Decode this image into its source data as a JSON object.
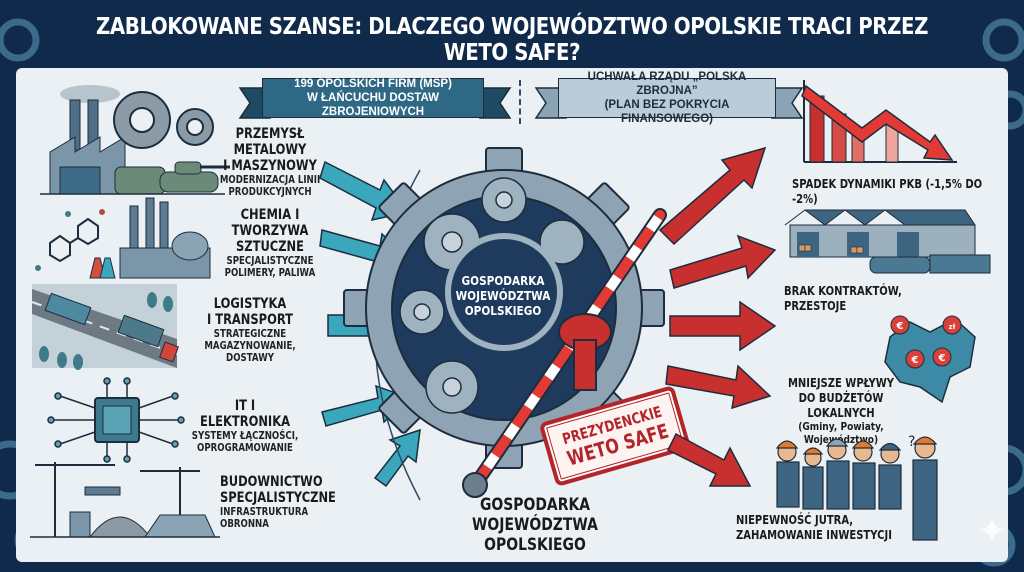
{
  "header": {
    "title": "Zablokowane szanse: Dlaczego Województwo Opolskie traci przez weto SAFE?"
  },
  "ribbons": {
    "left": {
      "line1": "199 OPOLSKICH FIRM (MSP)",
      "line2": "W ŁAŃCUCHU DOSTAW ZBROJENIOWYCH"
    },
    "right": {
      "line1": "UCHWAŁA RZĄDU „POLSKA ZBROJNA”",
      "line2": "(PLAN BEZ POKRYCIA FINANSOWEGO)"
    }
  },
  "sectors": [
    {
      "title_1": "PRZEMYSŁ METALOWY",
      "title_2": "I MASZYNOWY",
      "desc_1": "MODERNIZACJA LINII",
      "desc_2": "PRODUKCYJNYCH",
      "icon": "factory-tank-icon"
    },
    {
      "title_1": "CHEMIA I TWORZYWA",
      "title_2": "SZTUCZNE",
      "desc_1": "SPECJALISTYCZNE",
      "desc_2": "POLIMERY, PALIWA",
      "icon": "chemistry-plant-icon"
    },
    {
      "title_1": "LOGISTYKA",
      "title_2": "I TRANSPORT",
      "desc_1": "STRATEGICZNE",
      "desc_2": "MAGAZYNOWANIE, DOSTAWY",
      "icon": "trucks-road-icon"
    },
    {
      "title_1": "IT I ELEKTRONIKA",
      "title_2": "",
      "desc_1": "SYSTEMY ŁĄCZNOŚCI,",
      "desc_2": "OPROGRAMOWANIE",
      "icon": "microchip-icon"
    },
    {
      "title_1": "BUDOWNICTWO",
      "title_2": "SPECJALISTYCZNE",
      "desc_1": "INFRASTRUKTURA",
      "desc_2": "OBRONNA",
      "icon": "construction-cranes-icon"
    }
  ],
  "center": {
    "gear_line1": "GOSPODARKA",
    "gear_line2": "WOJEWÓDZTWA",
    "gear_line3": "OPOLSKIEGO",
    "caption_line1": "GOSPODARKA",
    "caption_line2": "WOJEWÓDZTWA OPOLSKIEGO",
    "stamp_line1": "PREZYDENCKIE",
    "stamp_line2": "WETO SAFE"
  },
  "impacts": [
    {
      "line1": "SPADEK DYNAMIKI PKB (-1,5% DO -2%)",
      "icon": "declining-chart-icon"
    },
    {
      "line1": "BRAK KONTRAKTÓW, PRZESTOJE",
      "icon": "warehouse-train-icon"
    },
    {
      "line1": "MNIEJSZE WPŁYWY",
      "line2": "DO BUDŻETÓW LOKALNYCH",
      "line3": "(Gminy, Powiaty, Województwo)",
      "icon": "region-map-icon"
    },
    {
      "line1": "NIEPEWNOŚĆ JUTRA,",
      "line2": "ZAHAMOWANIE INWESTYCJI",
      "icon": "workers-group-icon"
    }
  ],
  "colors": {
    "navy": "#0f2a4a",
    "panel": "#eaf0f3",
    "teal_arrow": "#3aa7bd",
    "red_arrow": "#c8302f",
    "gear_gray": "#8ea3b3",
    "gear_core": "#1e3b5e"
  },
  "map_markers": [
    "€",
    "zł",
    "€",
    "€"
  ]
}
